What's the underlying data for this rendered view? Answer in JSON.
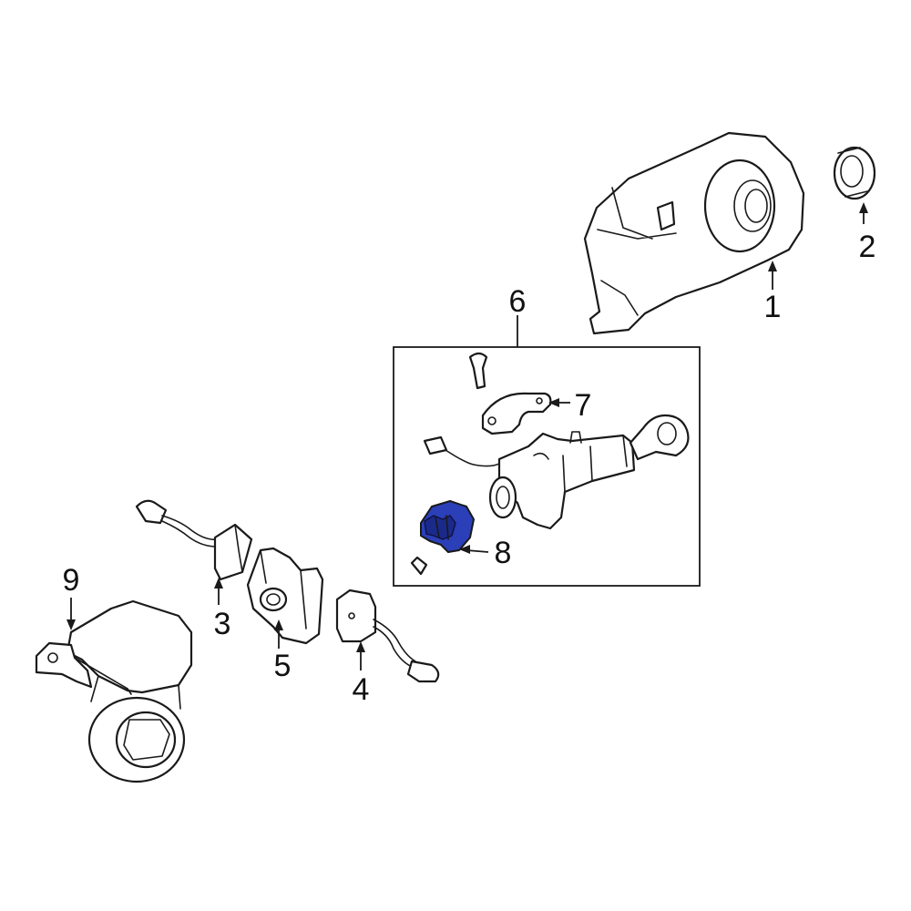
{
  "diagram": {
    "highlight_part": "8",
    "colors": {
      "line": "#1a1a1a",
      "highlight": "#2a3fb8",
      "highlight_dark": "#1a2a8a"
    },
    "callouts": [
      {
        "id": "1",
        "label": "1"
      },
      {
        "id": "2",
        "label": "2"
      },
      {
        "id": "3",
        "label": "3"
      },
      {
        "id": "4",
        "label": "4"
      },
      {
        "id": "5",
        "label": "5"
      },
      {
        "id": "6",
        "label": "6"
      },
      {
        "id": "7",
        "label": "7"
      },
      {
        "id": "8",
        "label": "8"
      },
      {
        "id": "9",
        "label": "9"
      }
    ]
  }
}
